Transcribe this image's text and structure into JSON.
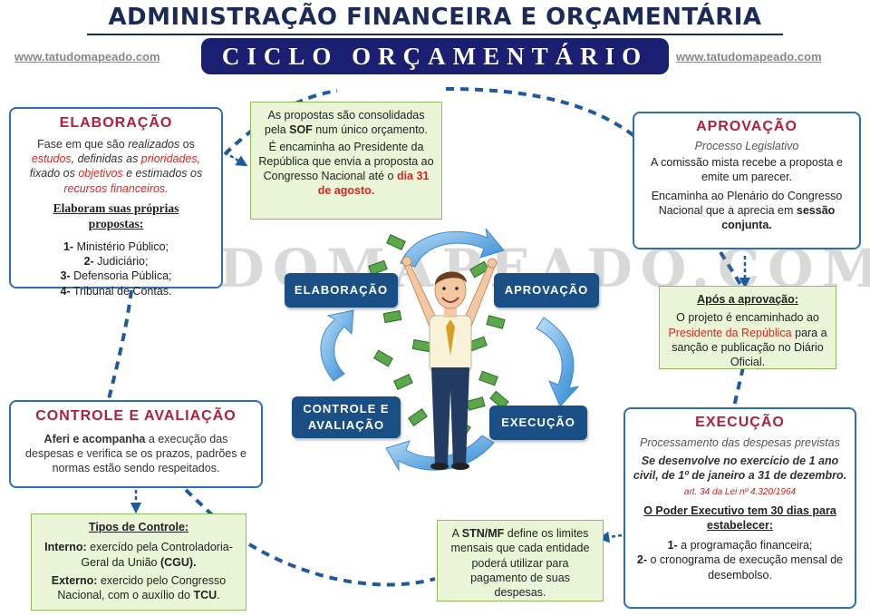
{
  "header": {
    "title": "ADMINISTRAÇÃO FINANCEIRA E ORÇAMENTÁRIA",
    "subtitle": "CICLO ORÇAMENTÁRIO",
    "site_left": "www.tatudomapeado.com",
    "site_right": "www.tatudomapeado.com"
  },
  "watermark": "TATUDOMAPEADO.COM",
  "elaboracao": {
    "title": "ELABORAÇÃO",
    "p1": "Fase em que são ",
    "p2": "realizados",
    "p3": " os ",
    "p4": "estudos",
    "p5": ", definidas as ",
    "p6": "prioridades",
    "p7": ", fixado os ",
    "p8": "objetivos",
    "p9": " e estimados os ",
    "p10": "recursos financeiros.",
    "heading": "Elaboram suas próprias propostas:",
    "items": [
      {
        "num": "1-",
        "text": " Ministério Público;"
      },
      {
        "num": "2-",
        "text": " Judiciário;"
      },
      {
        "num": "3-",
        "text": " Defensoria Pública;"
      },
      {
        "num": "4-",
        "text": " Tribunal de Contas."
      }
    ]
  },
  "consolidacao": {
    "l1": "As propostas são consolidadas pela ",
    "sof": "SOF",
    "l2": " num único orçamento.",
    "l3": "É encaminha ao Presidente da República que envia a proposta ao Congresso Nacional até o ",
    "date": "dia 31 de agosto."
  },
  "aprovacao": {
    "title": "APROVAÇÃO",
    "subtitle": "Processo Legislativo",
    "l1": "A comissão mista recebe a proposta e emite um parecer.",
    "l2": "Encaminha ao Plenário do Congresso Nacional que a aprecia em ",
    "l2b": "sessão conjunta."
  },
  "apos_aprovacao": {
    "heading": "Após a aprovação:",
    "l1": "O projeto é encaminhado ao ",
    "pres": "Presidente da República",
    "l2": " para a sanção e  publicação no Diário Oficial."
  },
  "execucao": {
    "title": "EXECUÇÃO",
    "subtitle": "Processamento das despesas previstas",
    "l1": "Se desenvolve no exercício de 1 ano civil, de 1º de janeiro a 31 de dezembro.",
    "law": "art. 34 da Lei nº 4.320/1964",
    "heading": "O Poder Executivo tem 30 dias para estabelecer:",
    "items": [
      {
        "num": "1-",
        "text": " a programação financeira;"
      },
      {
        "num": "2-",
        "text": " o cronograma de execução mensal de desembolso."
      }
    ]
  },
  "stn": {
    "l1": "A ",
    "stn": "STN/MF",
    "l2": " define os limites mensais que  cada entidade poderá utilizar para pagamento de suas despesas."
  },
  "controle": {
    "title": "CONTROLE E AVALIAÇÃO",
    "b": "Aferi e acompanha",
    "l1": " a execução das despesas e verifica se os prazos, padrões e normas estão sendo respeitados."
  },
  "tipos": {
    "heading": "Tipos de Controle:",
    "interno_label": "Interno:",
    "interno_text": " exercído pela Controladoria-Geral da União ",
    "interno_cgu": "(CGU).",
    "externo_label": "Externo:",
    "externo_text": "  exercido pelo Congresso Nacional, com o auxílio do ",
    "externo_tcu": "TCU",
    "externo_end": "."
  },
  "cycle": {
    "elaboracao": "ELABORAÇÃO",
    "aprovacao": "APROVAÇÃO",
    "controle_l1": "CONTROLE E",
    "controle_l2": "AVALIAÇÃO",
    "execucao": "EXECUÇÃO"
  },
  "colors": {
    "navy": "#1b1f72",
    "box_border": "#2d6fb5",
    "title_red": "#b21e3b",
    "green_bg": "#e9f5d6",
    "pill_blue": "#1a4f86",
    "dashed_blue": "#1e5a9c"
  }
}
